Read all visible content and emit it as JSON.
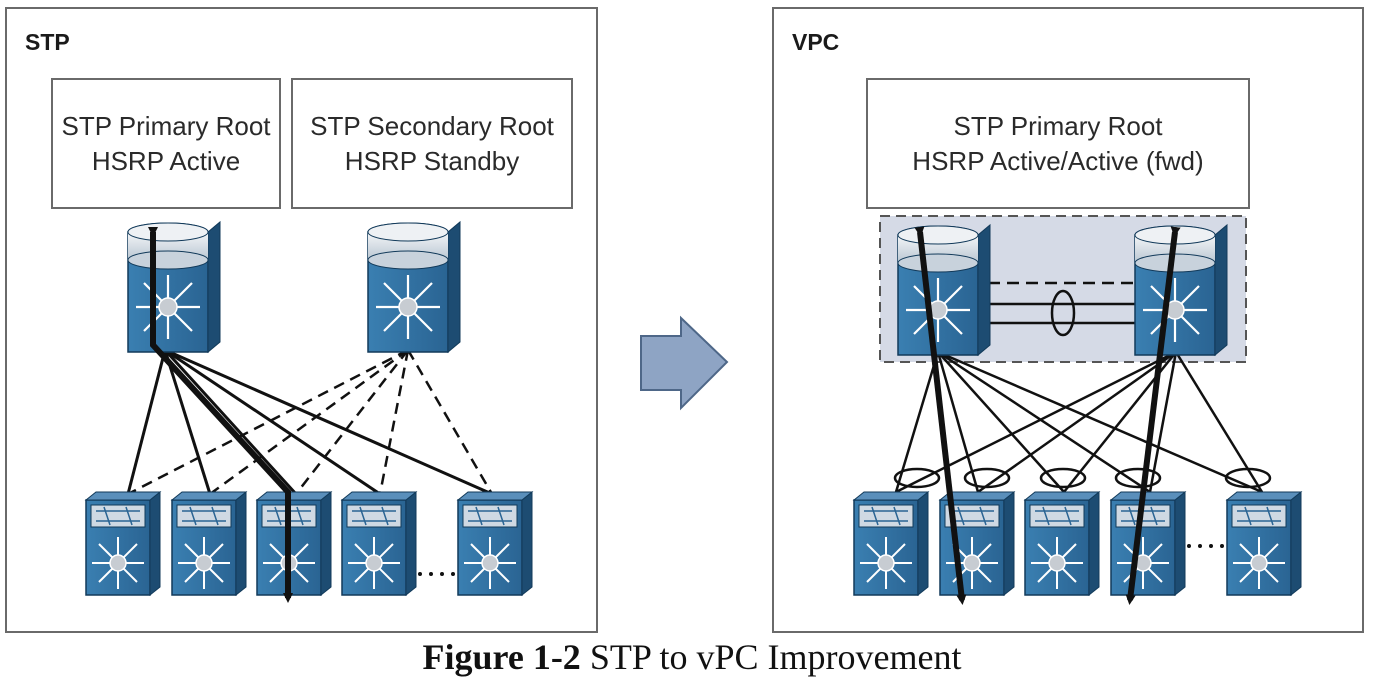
{
  "left_panel": {
    "title": "STP",
    "primary_box": {
      "line1": "STP Primary Root",
      "line2": "HSRP Active"
    },
    "secondary_box": {
      "line1": "STP Secondary Root",
      "line2": "HSRP Standby"
    },
    "access_switch_count": 5
  },
  "right_panel": {
    "title": "VPC",
    "primary_box": {
      "line1": "STP Primary Root",
      "line2": "HSRP Active/Active (fwd)"
    },
    "access_switch_count": 5
  },
  "caption": {
    "label": "Figure 1-2",
    "text": "STP to vPC Improvement"
  },
  "colors": {
    "switch_blue": "#2e6e9e",
    "switch_dark": "#1d4c72",
    "arrow_fill": "#8ea4c4",
    "vpc_domain_fill": "#d5dae6",
    "line": "#111111"
  },
  "icons": [
    "nexus-core-switch-icon",
    "nexus-access-switch-icon",
    "transition-arrow-icon"
  ]
}
